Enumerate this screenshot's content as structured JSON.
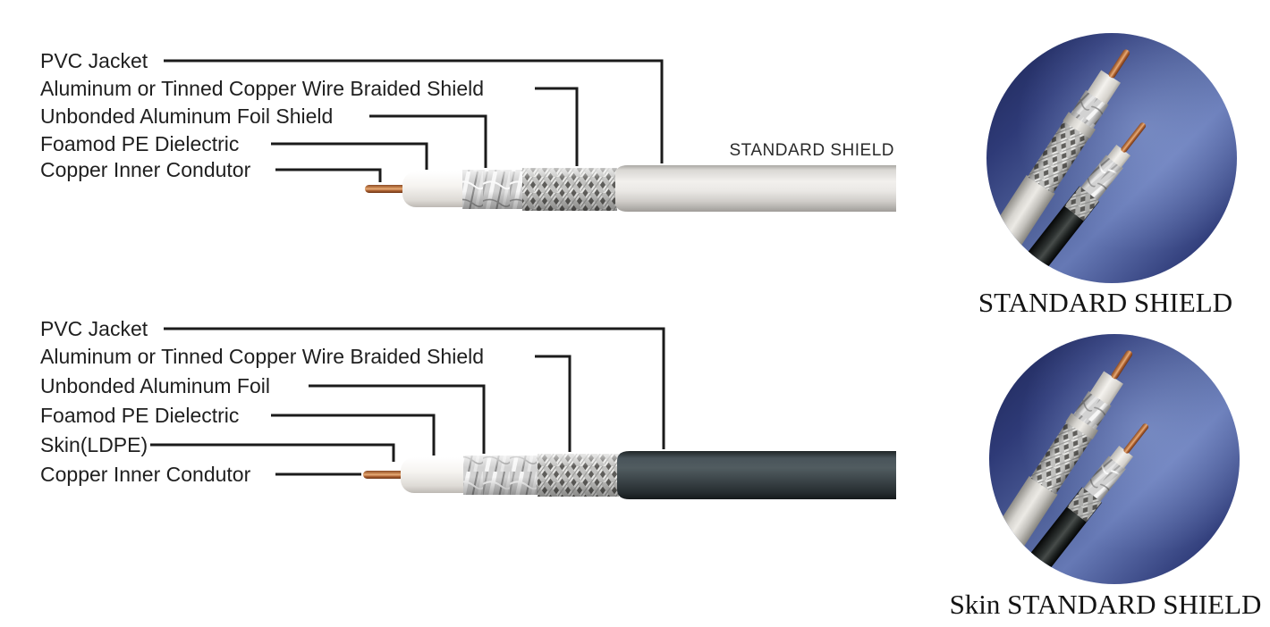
{
  "colors": {
    "background": "#ffffff",
    "label_text": "#1f1f1f",
    "leader_line": "#1b1b1b",
    "copper": "#c47a42",
    "dielectric_white": "#f3f1ee",
    "foil_silver": "#d6d6d6",
    "braid_silver": "#dcdcdc",
    "jacket_light": "#e6e4e0",
    "jacket_dark": "#3a4346",
    "photo_blue": "#3e4c8d"
  },
  "top_diagram": {
    "shield_label": "STANDARD SHIELD",
    "labels": [
      {
        "text": "PVC Jacket"
      },
      {
        "text": "Aluminum or Tinned Copper Wire Braided Shield"
      },
      {
        "text": "Unbonded Aluminum Foil Shield"
      },
      {
        "text": "Foamod PE Dielectric"
      },
      {
        "text": "Copper Inner Condutor"
      }
    ]
  },
  "bottom_diagram": {
    "labels": [
      {
        "text": "PVC Jacket"
      },
      {
        "text": "Aluminum or Tinned Copper Wire Braided Shield"
      },
      {
        "text": "Unbonded Aluminum Foil"
      },
      {
        "text": "Foamod PE Dielectric"
      },
      {
        "text": "Skin(LDPE)"
      },
      {
        "text": "Copper Inner Condutor"
      }
    ]
  },
  "photos": [
    {
      "caption": "STANDARD SHIELD"
    },
    {
      "caption": "Skin STANDARD SHIELD"
    }
  ]
}
